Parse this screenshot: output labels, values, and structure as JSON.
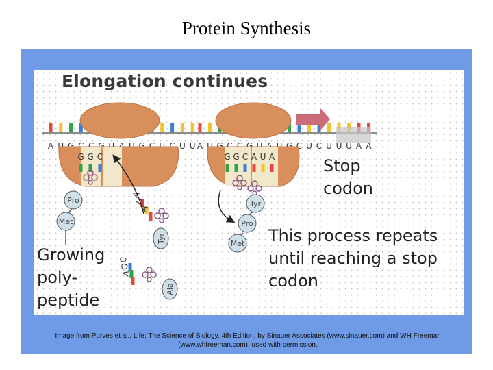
{
  "slide": {
    "title": "Protein Synthesis"
  },
  "figure": {
    "heading": "Elongation continues",
    "mrna_left": [
      "A",
      "U",
      "G",
      "C",
      "C",
      "G",
      "U",
      "A",
      "U",
      "G",
      "C",
      "U",
      "C",
      "U",
      "U"
    ],
    "mrna_right": [
      "A",
      "U",
      "G",
      "C",
      "C",
      "G",
      "U",
      "A",
      "U",
      "G",
      "C",
      "U",
      "C",
      "U",
      "U",
      "U",
      "A",
      "A"
    ],
    "anticodon_left": [
      "G",
      "G",
      "C"
    ],
    "anticodon_right": [
      "G",
      "G",
      "C",
      "A",
      "U",
      "A"
    ],
    "incoming_anticodon": [
      "A",
      "U",
      "A"
    ],
    "second_anticodon": [
      "C",
      "G",
      "A"
    ],
    "amino_acids": {
      "pro": "Pro",
      "met": "Met",
      "tyr": "Tyr",
      "ala": "Ala"
    },
    "stop_label": "Stop codon",
    "growing_label": "Growing poly- peptide",
    "repeat_label": "This process repeats until reaching a stop codon"
  },
  "credit": "Image from Purves et al., Life: The Science of Biology, 4th Edition, by Sinauer Associates (www.sinauer.com) and WH Freeman (www.whfreeman.com), used with permission.",
  "colors": {
    "frame": "#6f9be6",
    "ribosome": "#d98f5c",
    "amino_acid": "#cfe0ea",
    "arrow": "#cc6b7a",
    "mrna_backbone": "#8c8c8c"
  }
}
